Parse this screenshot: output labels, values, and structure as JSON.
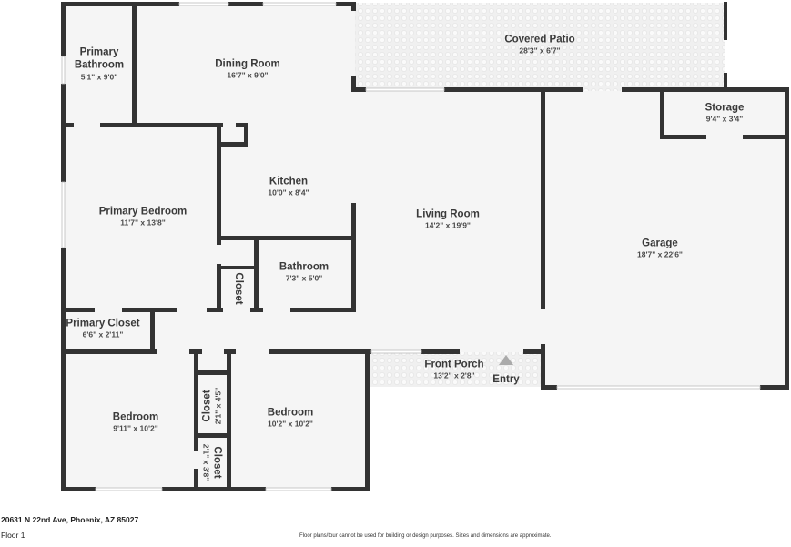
{
  "colors": {
    "wall": "#333333",
    "floor": "#f5f5f5",
    "patio": "#e9e9e9",
    "opening": "#ffffff",
    "text": "#3a3a3a",
    "entry_arrow": "#aaaaaa"
  },
  "rooms": {
    "primary_bathroom": {
      "name_line1": "Primary",
      "name_line2": "Bathroom",
      "dim": "5'1\" x 9'0\""
    },
    "dining_room": {
      "name": "Dining Room",
      "dim": "16'7\" x 9'0\""
    },
    "covered_patio": {
      "name": "Covered Patio",
      "dim": "28'3\" x 6'7\""
    },
    "storage": {
      "name": "Storage",
      "dim": "9'4\" x 3'4\""
    },
    "kitchen": {
      "name": "Kitchen",
      "dim": "10'0\" x 8'4\""
    },
    "primary_bedroom": {
      "name": "Primary Bedroom",
      "dim": "11'7\" x 13'8\""
    },
    "living_room": {
      "name": "Living Room",
      "dim": "14'2\" x 19'9\""
    },
    "garage": {
      "name": "Garage",
      "dim": "18'7\" x 22'6\""
    },
    "bathroom": {
      "name": "Bathroom",
      "dim": "7'3\" x 5'0\""
    },
    "hall_closet": {
      "name": "Closet"
    },
    "primary_closet": {
      "name": "Primary Closet",
      "dim": "6'6\" x 2'11\""
    },
    "front_porch": {
      "name": "Front Porch",
      "dim": "13'2\" x 2'8\""
    },
    "entry": {
      "name": "Entry",
      "icon": "entry-arrow-icon"
    },
    "bedroom_left": {
      "name": "Bedroom",
      "dim": "9'11\" x 10'2\""
    },
    "bedroom_right": {
      "name": "Bedroom",
      "dim": "10'2\" x 10'2\""
    },
    "closet_upper": {
      "name": "Closet",
      "dim": "2'1\" x 4'5\""
    },
    "closet_lower": {
      "name": "Closet",
      "dim": "2'1\" x 3'8\""
    }
  },
  "footer": {
    "address": "20631 N 22nd Ave, Phoenix, AZ 85027",
    "floor": "Floor 1",
    "disclaimer": "Floor plans/tour cannot be used for building or design purposes. Sizes and dimensions are approximate."
  }
}
